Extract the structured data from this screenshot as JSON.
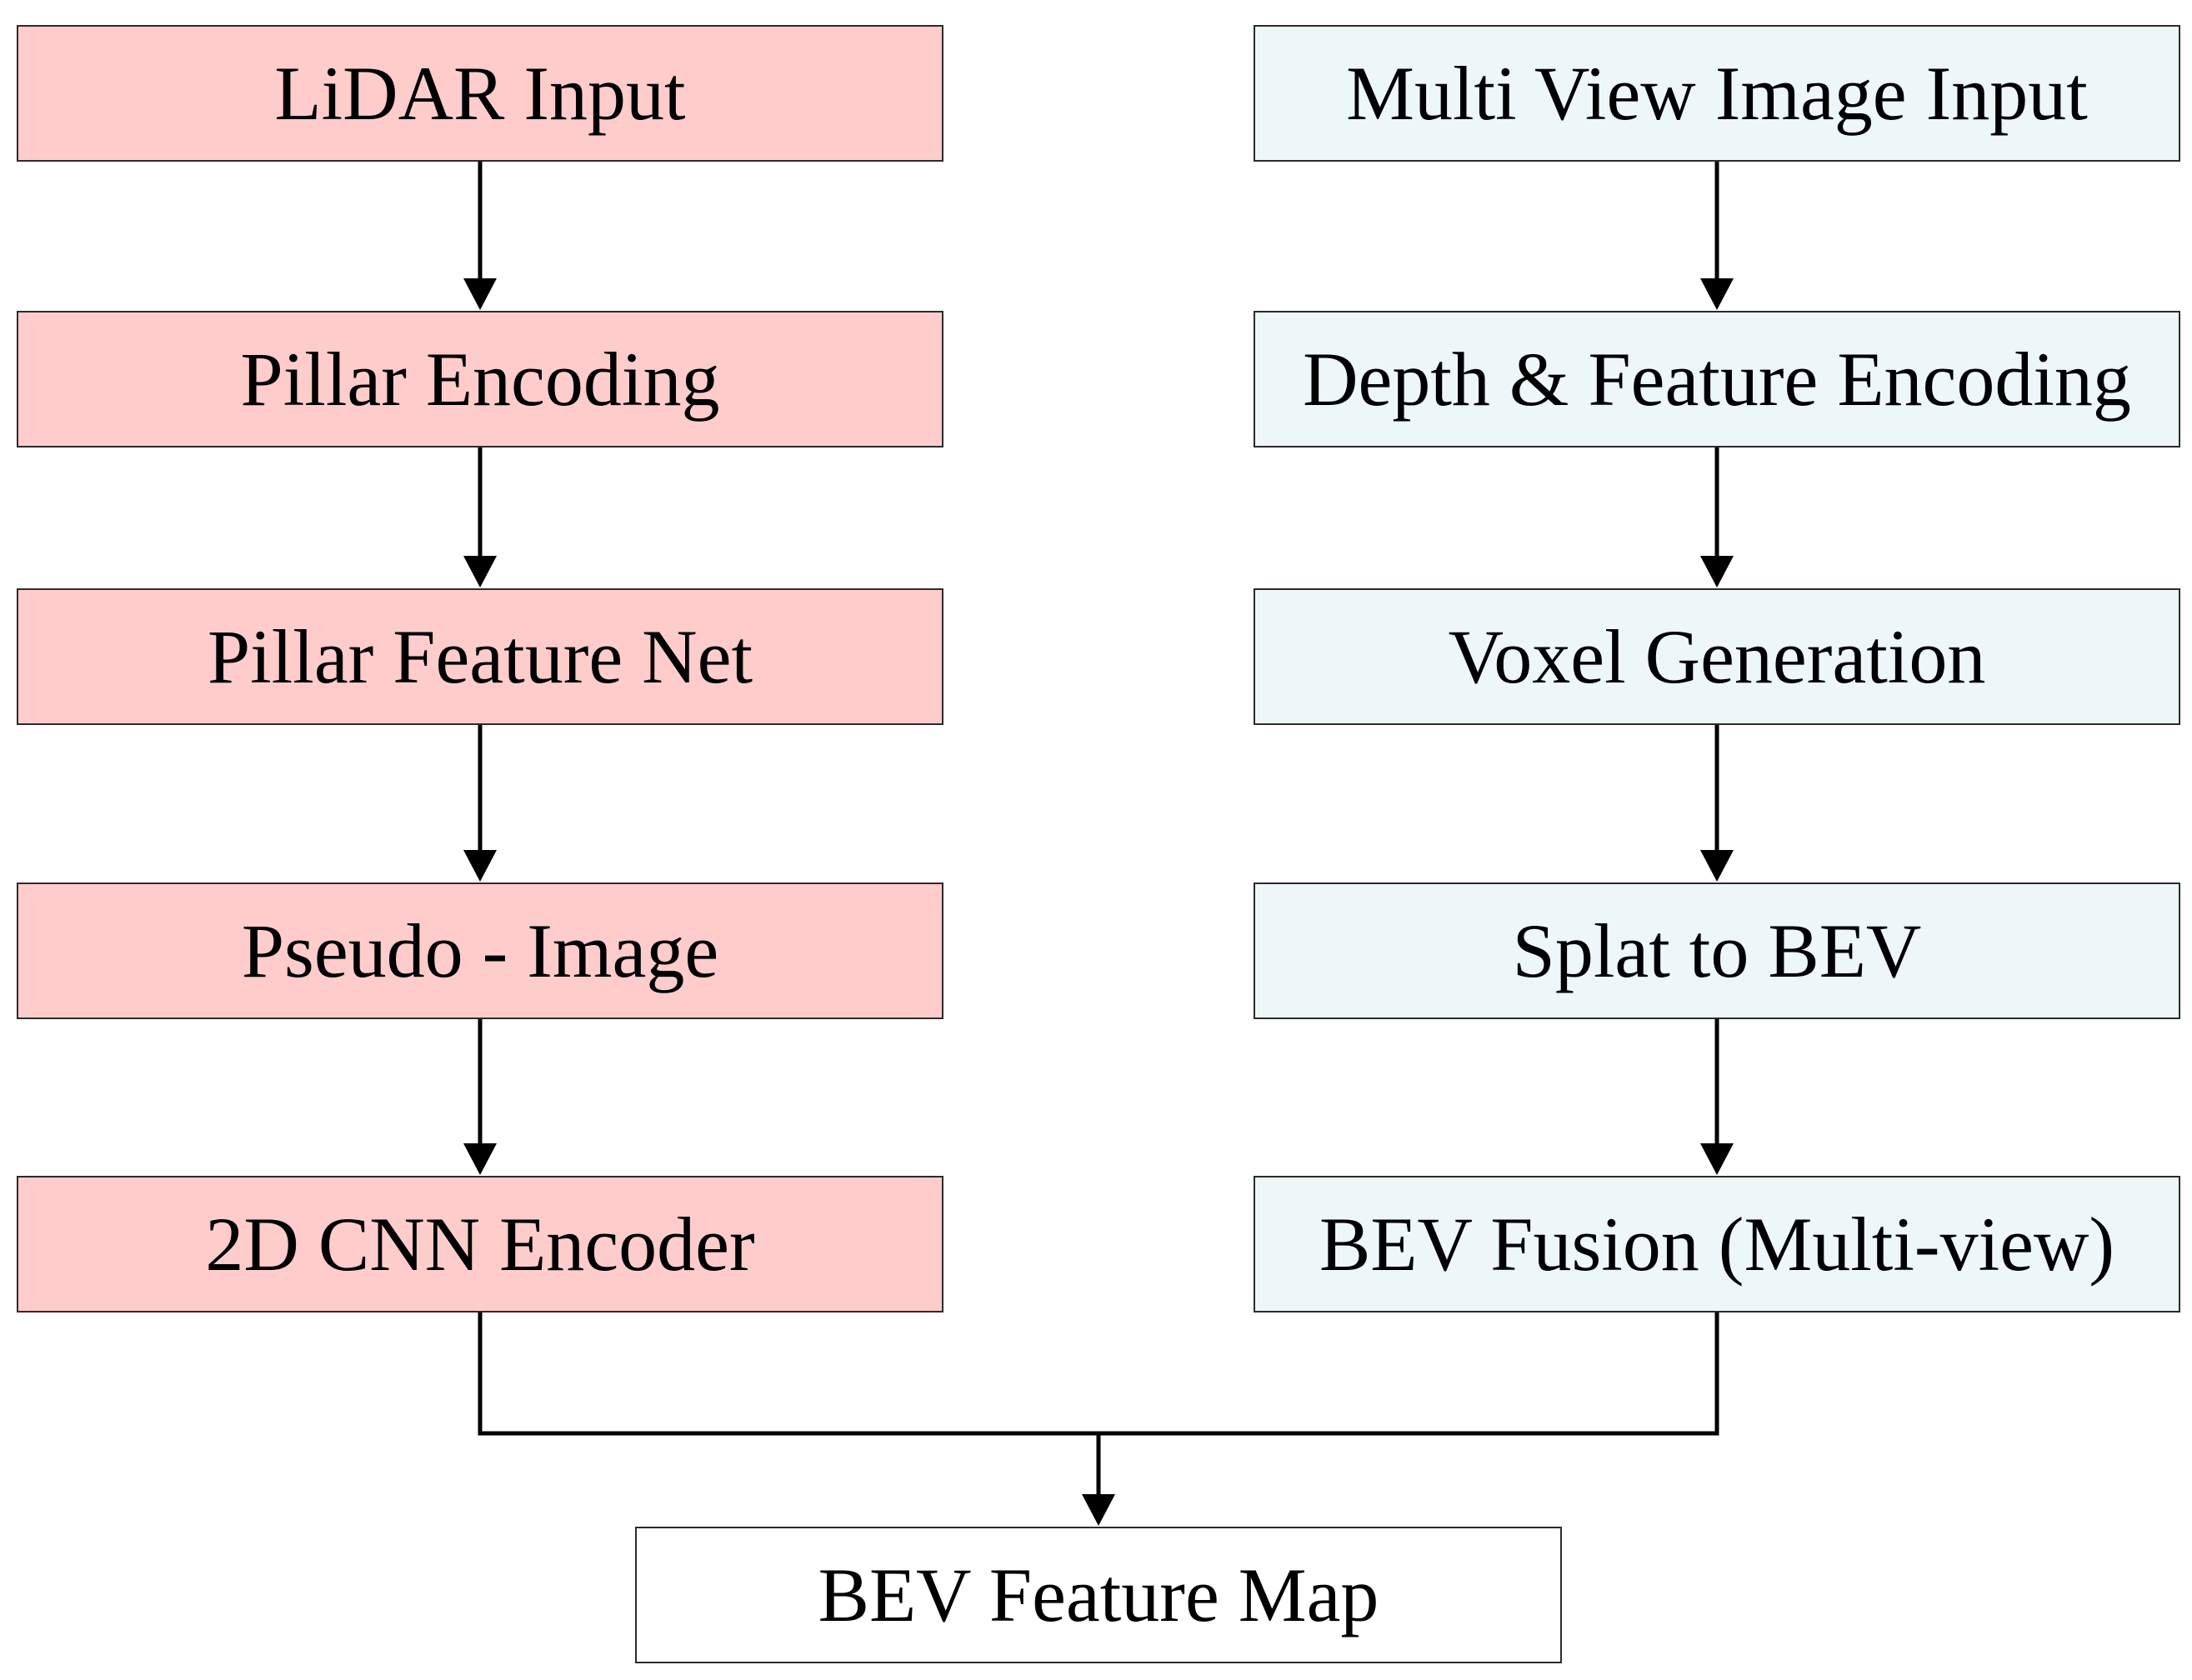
{
  "colors": {
    "lidar_box_fill": "#FFCCCC",
    "camera_box_fill": "#EEF7F8",
    "output_box_fill": "#FFFFFF",
    "arrow": "#000000"
  },
  "lidar_branch": {
    "steps": [
      {
        "label": "LiDAR Input"
      },
      {
        "label": "Pillar Encoding"
      },
      {
        "label": "Pillar Feature Net"
      },
      {
        "label": "Pseudo - Image"
      },
      {
        "label": "2D CNN Encoder"
      }
    ]
  },
  "camera_branch": {
    "steps": [
      {
        "label": "Multi View Image Input"
      },
      {
        "label": "Depth & Feature Encoding"
      },
      {
        "label": "Voxel Generation"
      },
      {
        "label": "Splat to BEV"
      },
      {
        "label": "BEV Fusion (Multi-view)"
      }
    ]
  },
  "output": {
    "label": "BEV Feature Map"
  }
}
